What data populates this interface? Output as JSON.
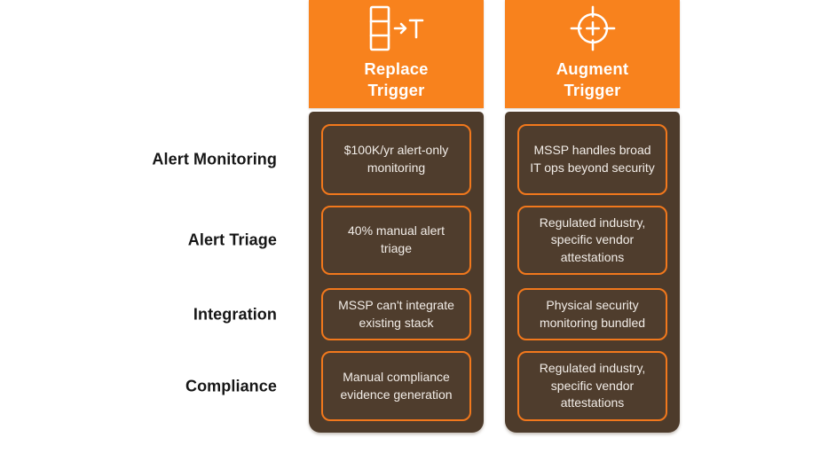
{
  "colors": {
    "accent_orange": "#F8821D",
    "card_border_orange": "#F2781C",
    "panel_brown": "#4D3B2B",
    "card_text": "#F2EDE8",
    "header_text": "#FFFFFF",
    "row_label_text": "#161616",
    "background": "#FFFFFF"
  },
  "rows": [
    {
      "label": "Alert Monitoring"
    },
    {
      "label": "Alert Triage"
    },
    {
      "label": "Integration"
    },
    {
      "label": "Compliance"
    }
  ],
  "columns": [
    {
      "icon": "replace-trigger-icon",
      "title_lines": [
        "Replace",
        "Trigger"
      ],
      "cards": [
        "$100K/yr alert-only monitoring",
        "40% manual alert triage",
        "MSSP can't integrate existing stack",
        "Manual compliance evidence generation"
      ]
    },
    {
      "icon": "crosshair-target-icon",
      "title_lines": [
        "Augment",
        "Trigger"
      ],
      "cards": [
        "MSSP handles broad IT ops beyond security",
        "Regulated industry, specific vendor attestations",
        "Physical security monitoring bundled",
        "Regulated industry, specific vendor attestations"
      ]
    }
  ]
}
